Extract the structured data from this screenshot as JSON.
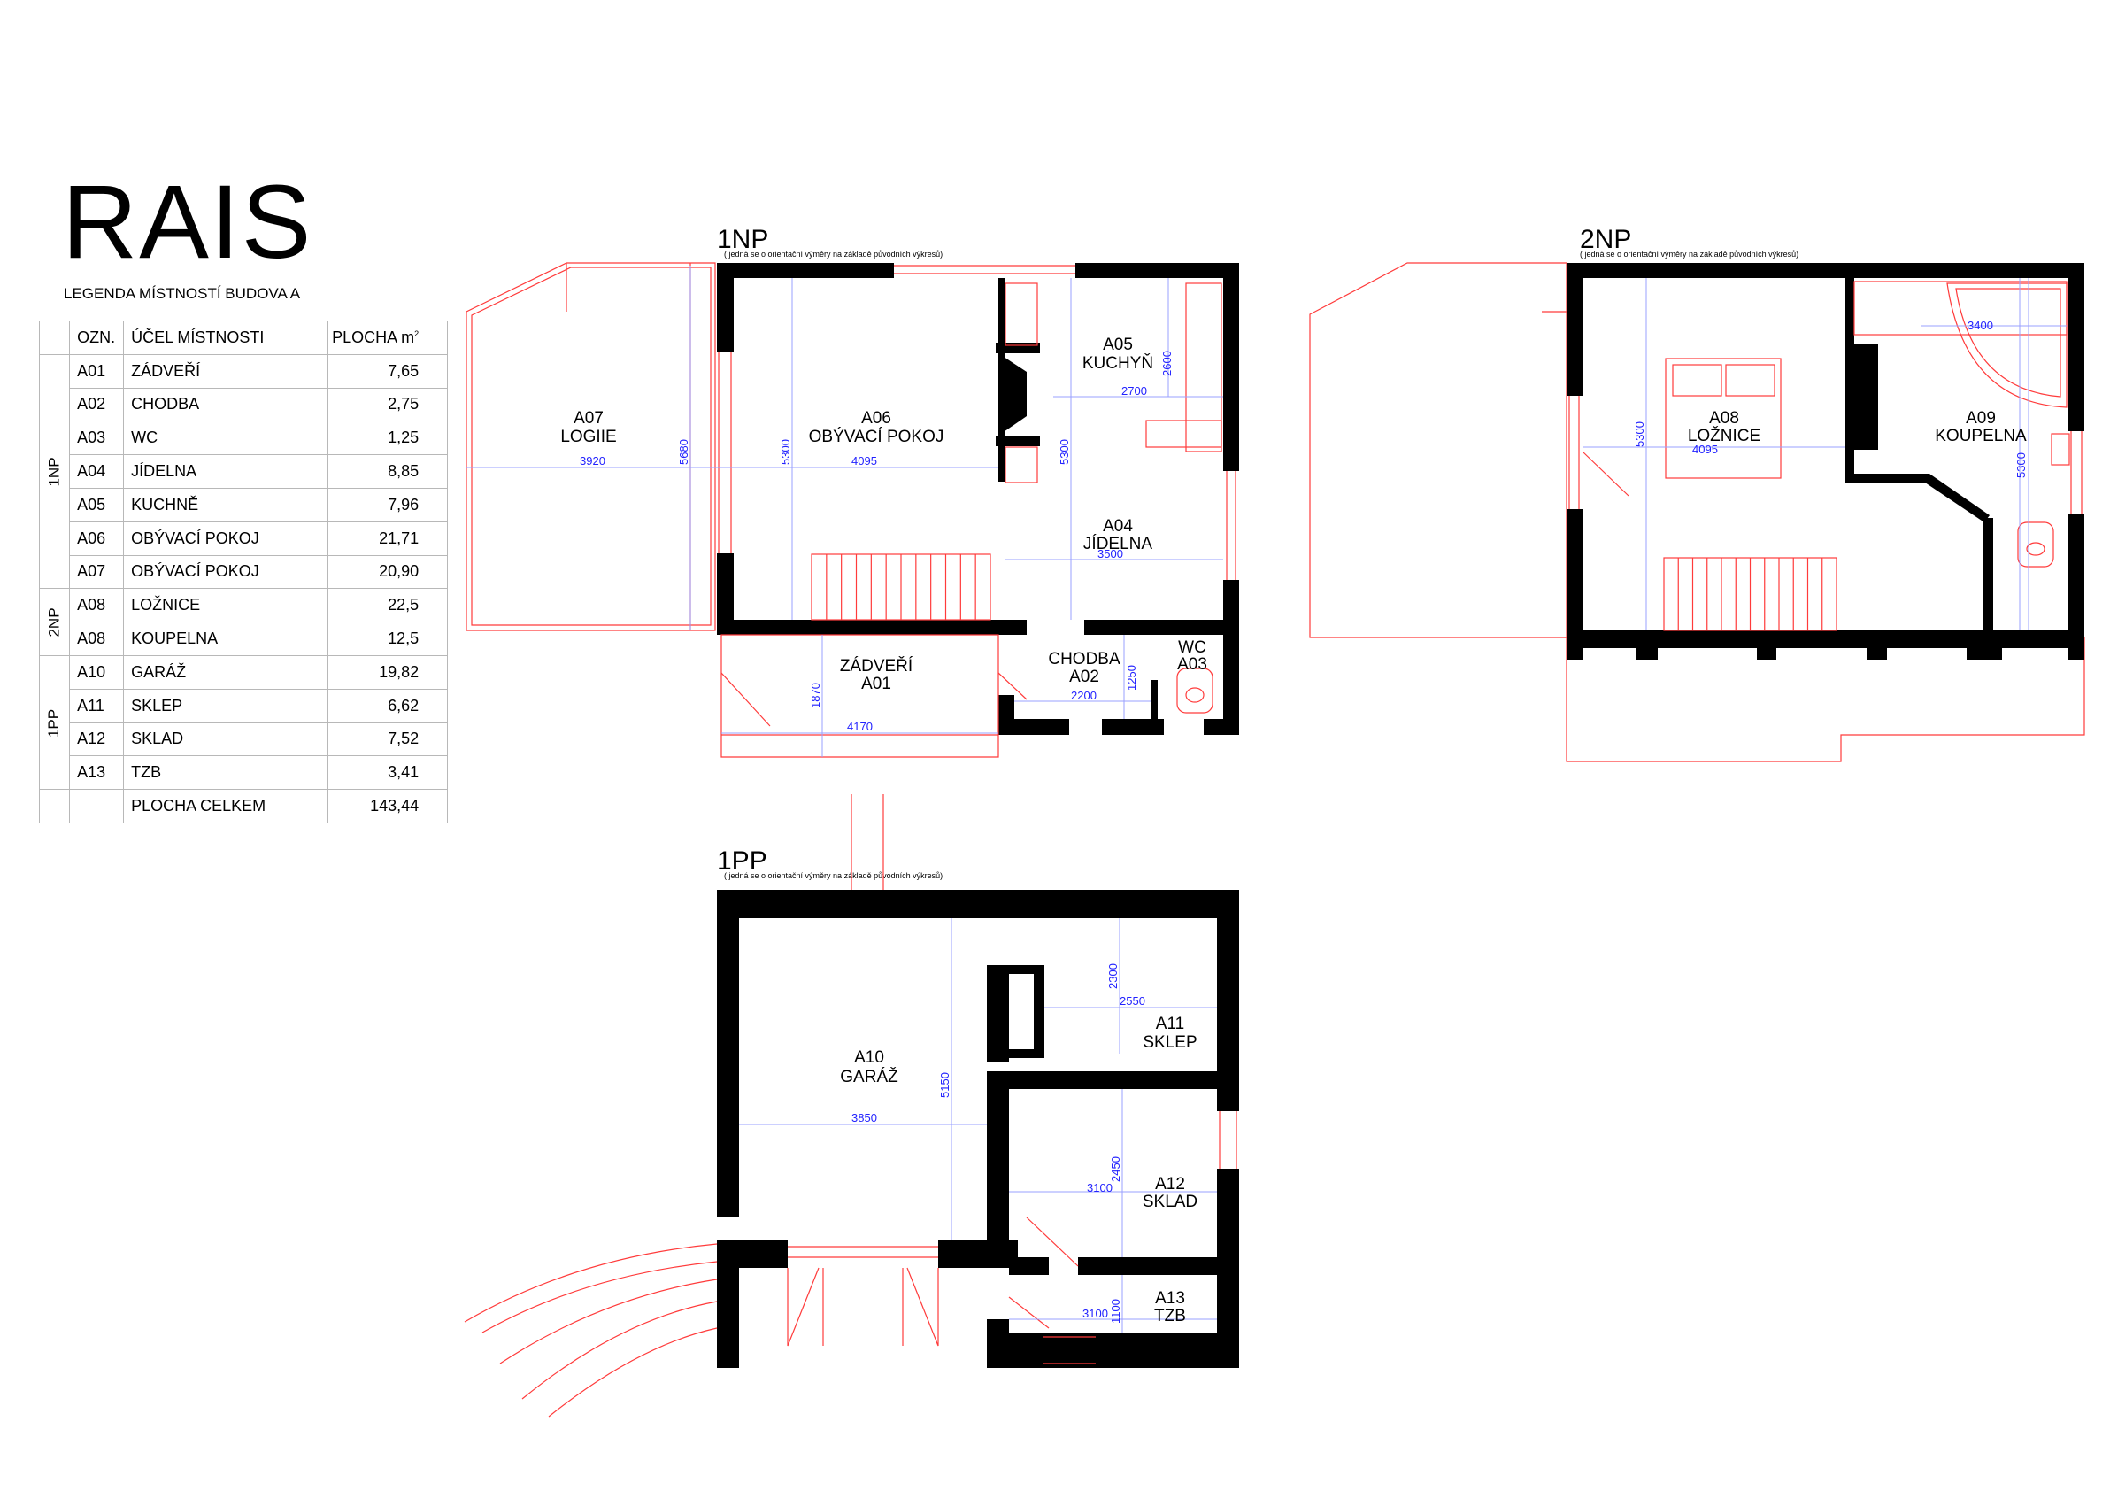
{
  "logo": "RAIS",
  "legend": {
    "title": "LEGENDA MÍSTNOSTÍ BUDOVA A",
    "headers": {
      "code": "OZN.",
      "use": "ÚČEL MÍSTNOSTI",
      "area": "PLOCHA m",
      "area_sup": "2"
    },
    "floors": {
      "np1": "1NP",
      "np2": "2NP",
      "pp1": "1PP"
    },
    "rows": [
      {
        "code": "A01",
        "use": "ZÁDVEŘÍ",
        "area": "7,65"
      },
      {
        "code": "A02",
        "use": "CHODBA",
        "area": "2,75"
      },
      {
        "code": "A03",
        "use": "WC",
        "area": "1,25"
      },
      {
        "code": "A04",
        "use": "JÍDELNA",
        "area": "8,85"
      },
      {
        "code": "A05",
        "use": "KUCHNĚ",
        "area": "7,96"
      },
      {
        "code": "A06",
        "use": "OBÝVACÍ POKOJ",
        "area": "21,71"
      },
      {
        "code": "A07",
        "use": "OBÝVACÍ POKOJ",
        "area": "20,90"
      },
      {
        "code": "A08",
        "use": "LOŽNICE",
        "area": "22,5"
      },
      {
        "code": "A08",
        "use": "KOUPELNA",
        "area": "12,5"
      },
      {
        "code": "A10",
        "use": "GARÁŽ",
        "area": "19,82"
      },
      {
        "code": "A11",
        "use": "SKLEP",
        "area": "6,62"
      },
      {
        "code": "A12",
        "use": "SKLAD",
        "area": "7,52"
      },
      {
        "code": "A13",
        "use": "TZB",
        "area": "3,41"
      }
    ],
    "total_label": "PLOCHA CELKEM",
    "total_area": "143,44"
  },
  "note": "( jedná se o orientační výměry na základě původních výkresů)",
  "plans": {
    "np1": {
      "title": "1NP",
      "rooms": {
        "a07": [
          "A07",
          "LOGIIE"
        ],
        "a06": [
          "A06",
          "OBÝVACÍ POKOJ"
        ],
        "a05": [
          "A05",
          "KUCHYŇ"
        ],
        "a04": [
          "A04",
          "JÍDELNA"
        ],
        "a01": [
          "ZÁDVEŘÍ",
          "A01"
        ],
        "a02": [
          "CHODBA",
          "A02"
        ],
        "a03": [
          "WC",
          "A03"
        ]
      },
      "dims": {
        "d3920": "3920",
        "d5680": "5680",
        "d5300a": "5300",
        "d4095": "4095",
        "d5300b": "5300",
        "d2600": "2600",
        "d2700": "2700",
        "d3500": "3500",
        "d1870": "1870",
        "d4170": "4170",
        "d2200": "2200",
        "d1250": "1250"
      }
    },
    "np2": {
      "title": "2NP",
      "rooms": {
        "a08": [
          "A08",
          "LOŽNICE"
        ],
        "a09": [
          "A09",
          "KOUPELNA"
        ]
      },
      "dims": {
        "d5300": "5300",
        "d4095": "4095",
        "d3400": "3400",
        "d5300b": "5300"
      }
    },
    "pp1": {
      "title": "1PP",
      "rooms": {
        "a10": [
          "A10",
          "GARÁŽ"
        ],
        "a11": [
          "A11",
          "SKLEP"
        ],
        "a12": [
          "A12",
          "SKLAD"
        ],
        "a13": [
          "A13",
          "TZB"
        ]
      },
      "dims": {
        "d5150": "5150",
        "d3850": "3850",
        "d2300": "2300",
        "d2550": "2550",
        "d2450": "2450",
        "d3100a": "3100",
        "d1100": "1100",
        "d3100b": "3100"
      }
    }
  },
  "colors": {
    "wall": "#000000",
    "line": "#ff3b3b",
    "dim": "#2222ff",
    "guide": "#9aa0ff"
  }
}
